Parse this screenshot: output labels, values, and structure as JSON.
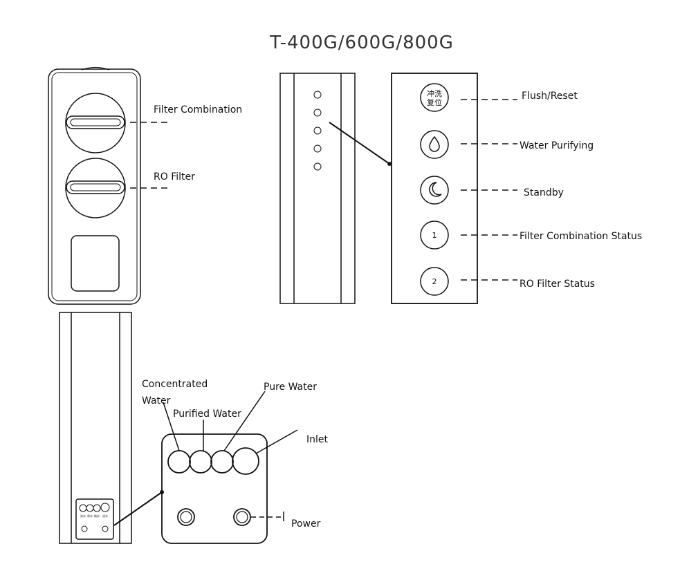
{
  "title": "T-400G/600G/800G",
  "labels": {
    "filter_combination": "Filter Combination",
    "ro_filter": "RO Filter",
    "flush_reset": "Flush/Reset",
    "water_purifying": "Water Purifying",
    "standby": "Standby",
    "filter_combination_status": "Filter Combination Status",
    "ro_filter_status": "RO Filter Status",
    "concentrated_water_1": "Concentrated",
    "concentrated_water_2": "Water",
    "purified_water": "Purified Water",
    "pure_water": "Pure Water",
    "inlet": "Inlet",
    "power": "Power"
  },
  "buttons": {
    "flush_top": "冲洗",
    "flush_bottom": "复位",
    "status_1": "1",
    "status_2": "2"
  },
  "port_labels": [
    "浓水",
    "净水",
    "纯水",
    "进水"
  ],
  "colors": {
    "line": "#111111",
    "title": "#333333"
  }
}
